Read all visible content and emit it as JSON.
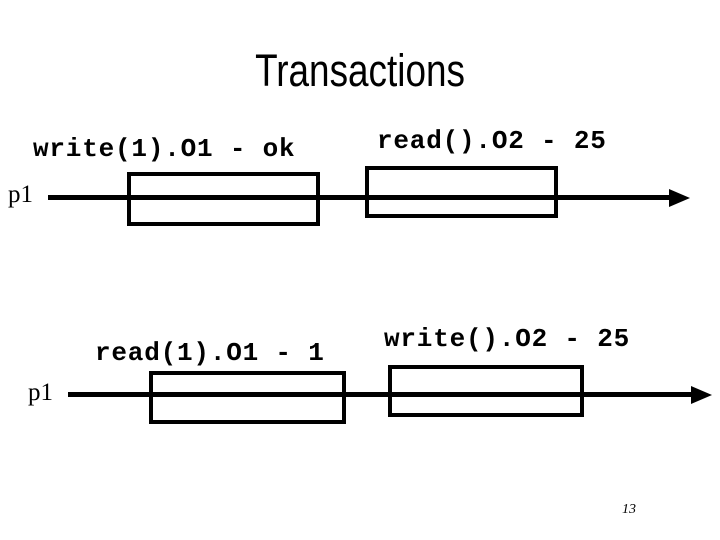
{
  "slide": {
    "title": "Transactions",
    "page_number": "13"
  },
  "colors": {
    "background": "#ffffff",
    "foreground": "#000000"
  },
  "timelines": [
    {
      "process": "p1",
      "operations": [
        {
          "label": "write(1).O1 - ok"
        },
        {
          "label": "read().O2 - 25"
        }
      ]
    },
    {
      "process": "p1",
      "operations": [
        {
          "label": "read(1).O1 - 1"
        },
        {
          "label": "write().O2 - 25"
        }
      ]
    }
  ]
}
